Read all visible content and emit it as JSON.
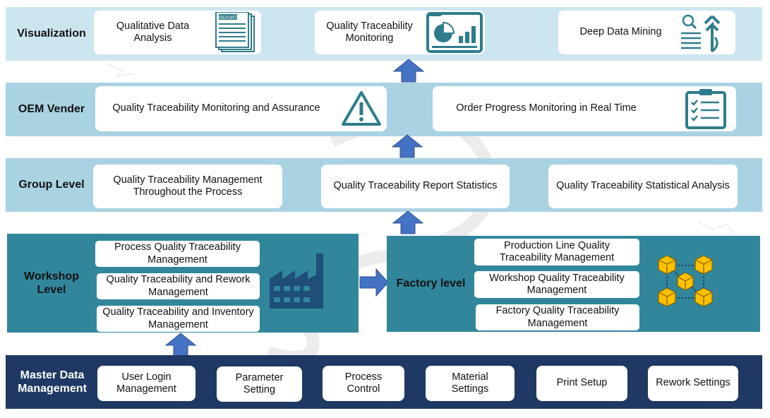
{
  "colors": {
    "light_band": "#cce6f0",
    "mid_band": "#a9d3e3",
    "teal_band": "#31869b",
    "navy_band": "#1f3864",
    "arrow": "#4472c4",
    "icon_teal": "#2e7d8c",
    "cube": "#ffc000"
  },
  "visualization": {
    "label": "Visualization",
    "cards": [
      {
        "text": "Qualitative Data Analysis",
        "icon": "report-icon"
      },
      {
        "text": "Quality Traceability Monitoring",
        "icon": "dashboard-icon"
      },
      {
        "text": "Deep Data Mining",
        "icon": "data-mining-icon"
      }
    ],
    "report_icon_text": "REPORT"
  },
  "oem": {
    "label": "OEM Vender",
    "cards": [
      {
        "text": "Quality Traceability Monitoring and Assurance",
        "icon": "warning-icon"
      },
      {
        "text": "Order Progress Monitoring in Real Time",
        "icon": "clipboard-icon"
      }
    ]
  },
  "group": {
    "label": "Group Level",
    "cards": [
      {
        "text": "Quality Traceability Management Throughout the Process"
      },
      {
        "text": "Quality Traceability Report Statistics"
      },
      {
        "text": "Quality Traceability Statistical Analysis"
      }
    ]
  },
  "workshop": {
    "label": "Workshop Level",
    "cards": [
      {
        "text": "Process Quality Traceability Management"
      },
      {
        "text": "Quality Traceability and Rework Management"
      },
      {
        "text": "Quality Traceability and Inventory Management"
      }
    ],
    "icon": "factory-icon"
  },
  "factory": {
    "label": "Factory level",
    "cards": [
      {
        "text": "Production Line Quality Traceability Management"
      },
      {
        "text": "Workshop Quality Traceability Management"
      },
      {
        "text": "Factory Quality Traceability Management"
      }
    ],
    "icon": "cubes-network-icon"
  },
  "master": {
    "label": "Master Data Management",
    "cards": [
      {
        "text": "User Login Management"
      },
      {
        "text": "Parameter Setting"
      },
      {
        "text": "Process Control"
      },
      {
        "text": "Material Settings"
      },
      {
        "text": "Print Setup"
      },
      {
        "text": "Rework Settings"
      }
    ]
  }
}
